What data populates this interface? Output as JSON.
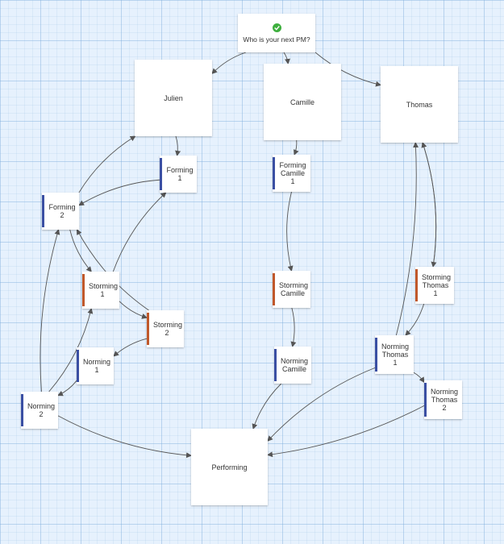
{
  "colors": {
    "forming": "#3a4fa3",
    "storming": "#c0582b",
    "norming": "#3a4fa3",
    "arrow": "#555555",
    "check": "#3eaf3e"
  },
  "root": {
    "label": "Who is your next PM?",
    "icon": "checkmark-icon"
  },
  "candidates": [
    {
      "id": "julien",
      "label": "Julien"
    },
    {
      "id": "camille",
      "label": "Camille"
    },
    {
      "id": "thomas",
      "label": "Thomas"
    }
  ],
  "stages": [
    {
      "id": "forming1",
      "label": "Forming\n1",
      "kind": "forming"
    },
    {
      "id": "forming2",
      "label": "Forming\n2",
      "kind": "forming"
    },
    {
      "id": "storming1",
      "label": "Storming\n1",
      "kind": "storming"
    },
    {
      "id": "storming2",
      "label": "Storming\n2",
      "kind": "storming"
    },
    {
      "id": "norming1",
      "label": "Norming\n1",
      "kind": "norming"
    },
    {
      "id": "norming2",
      "label": "Norming\n2",
      "kind": "norming"
    },
    {
      "id": "formingCamille",
      "label": "Forming\nCamille 1",
      "kind": "forming"
    },
    {
      "id": "stormingCamille",
      "label": "Storming\nCamille",
      "kind": "storming"
    },
    {
      "id": "normingCamille",
      "label": "Norming\nCamille",
      "kind": "norming"
    },
    {
      "id": "stormingThomas1",
      "label": "Storming\nThomas 1",
      "kind": "storming"
    },
    {
      "id": "normingThomas1",
      "label": "Norming\nThomas 1",
      "kind": "norming"
    },
    {
      "id": "normingThomas2",
      "label": "Norming\nThomas 2",
      "kind": "norming"
    }
  ],
  "final": {
    "id": "performing",
    "label": "Performing"
  },
  "edges": [
    [
      "root",
      "julien"
    ],
    [
      "root",
      "camille"
    ],
    [
      "root",
      "thomas"
    ],
    [
      "julien",
      "forming1"
    ],
    [
      "forming1",
      "forming2"
    ],
    [
      "forming2",
      "julien"
    ],
    [
      "forming2",
      "storming1"
    ],
    [
      "storming1",
      "forming1"
    ],
    [
      "storming1",
      "storming2"
    ],
    [
      "storming2",
      "forming2"
    ],
    [
      "storming2",
      "norming1"
    ],
    [
      "norming1",
      "norming2"
    ],
    [
      "norming2",
      "storming1"
    ],
    [
      "norming2",
      "forming2"
    ],
    [
      "norming2",
      "performing"
    ],
    [
      "camille",
      "formingCamille"
    ],
    [
      "formingCamille",
      "stormingCamille"
    ],
    [
      "stormingCamille",
      "normingCamille"
    ],
    [
      "normingCamille",
      "performing"
    ],
    [
      "thomas",
      "stormingThomas1"
    ],
    [
      "stormingThomas1",
      "thomas"
    ],
    [
      "stormingThomas1",
      "normingThomas1"
    ],
    [
      "normingThomas1",
      "thomas"
    ],
    [
      "normingThomas1",
      "normingThomas2"
    ],
    [
      "normingThomas1",
      "performing"
    ],
    [
      "normingThomas2",
      "performing"
    ]
  ]
}
